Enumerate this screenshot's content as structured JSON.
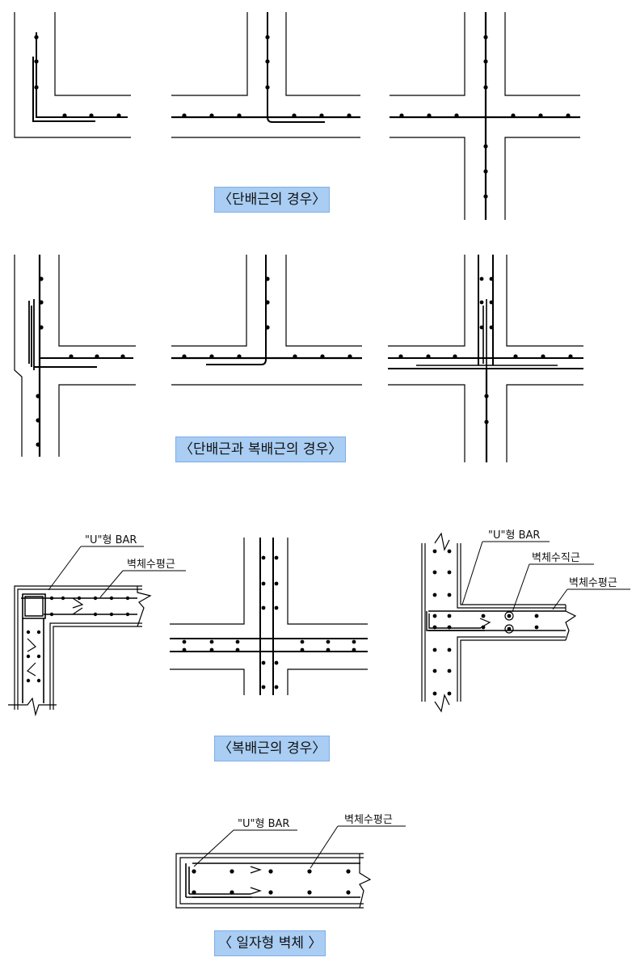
{
  "captions": {
    "single": "〈단배근의 경우〉",
    "mixed": "〈단배근과 복배근의 경우〉",
    "double": "〈복배근의 경우〉",
    "straight": "〈 일자형 벽체 〉"
  },
  "labels": {
    "u_bar": "\"U\"형 BAR",
    "wall_horizontal": "벽체수평근",
    "wall_vertical": "벽체수직근"
  },
  "colors": {
    "caption_bg": "#a9cdf3",
    "line": "#000000"
  }
}
